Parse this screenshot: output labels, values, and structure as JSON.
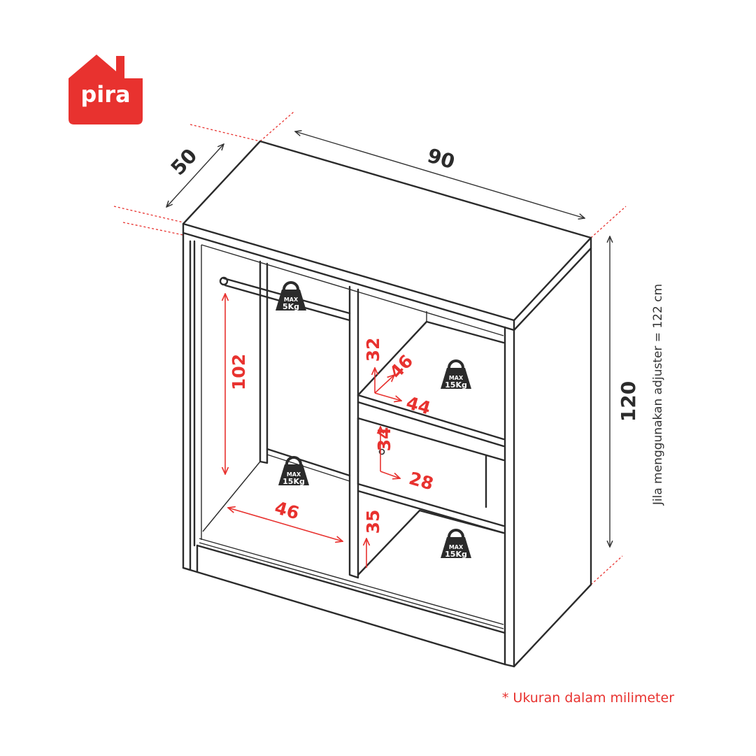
{
  "brand": {
    "logo_text": "pira",
    "color": "#e8322f"
  },
  "dimensions": {
    "depth": "50",
    "width": "90",
    "height": "120"
  },
  "notes": {
    "adjuster": "Jila menggunakan adjuster = 122 cm",
    "units": "* Ukuran dalam milimeter"
  },
  "inner_dimensions": {
    "hanging_height": "102",
    "hanging_width": "46",
    "top_shelf_height": "32",
    "top_shelf_depth": "46",
    "top_shelf_width": "44",
    "drawer_height": "34",
    "drawer_width": "28",
    "bottom_shelf_height": "35"
  },
  "weights": {
    "rail": {
      "max": "MAX",
      "kg": "5Kg"
    },
    "bottom": {
      "max": "MAX",
      "kg": "15Kg"
    },
    "top_shelf": {
      "max": "MAX",
      "kg": "15Kg"
    },
    "bottom_shelf": {
      "max": "MAX",
      "kg": "15Kg"
    }
  },
  "colors": {
    "line": "#2b2b2b",
    "accent": "#e8322f"
  }
}
